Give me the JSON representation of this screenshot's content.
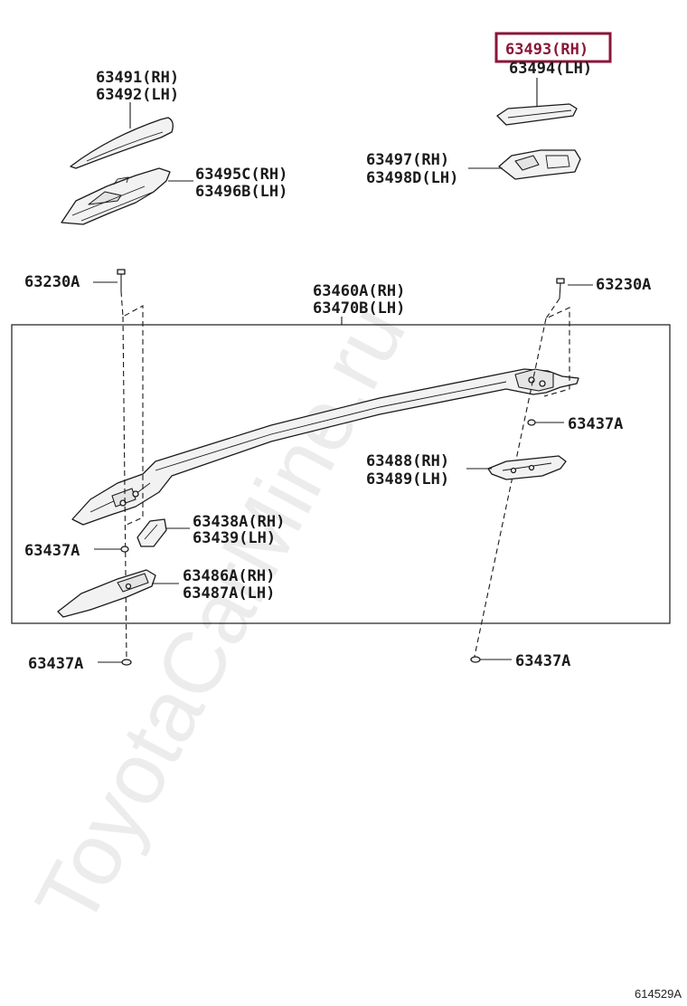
{
  "watermark": "ToyotaCarMine.ru",
  "diagram_ref": "614529A",
  "highlight_color": "#8a1538",
  "labels": {
    "p63491": "63491(RH)",
    "p63492": "63492(LH)",
    "p63493": "63493(RH)",
    "p63494": "63494(LH)",
    "p63495c": "63495C(RH)",
    "p63496b": "63496B(LH)",
    "p63497": "63497(RH)",
    "p63498d": "63498D(LH)",
    "p63230a_left": "63230A",
    "p63230a_right": "63230A",
    "p63460a": "63460A(RH)",
    "p63470b": "63470B(LH)",
    "p63437a_r1": "63437A",
    "p63488": "63488(RH)",
    "p63489": "63489(LH)",
    "p63438a": "63438A(RH)",
    "p63439": "63439(LH)",
    "p63437a_l1": "63437A",
    "p63486a": "63486A(RH)",
    "p63487a": "63487A(LH)",
    "p63437a_l2": "63437A",
    "p63437a_r2": "63437A"
  }
}
